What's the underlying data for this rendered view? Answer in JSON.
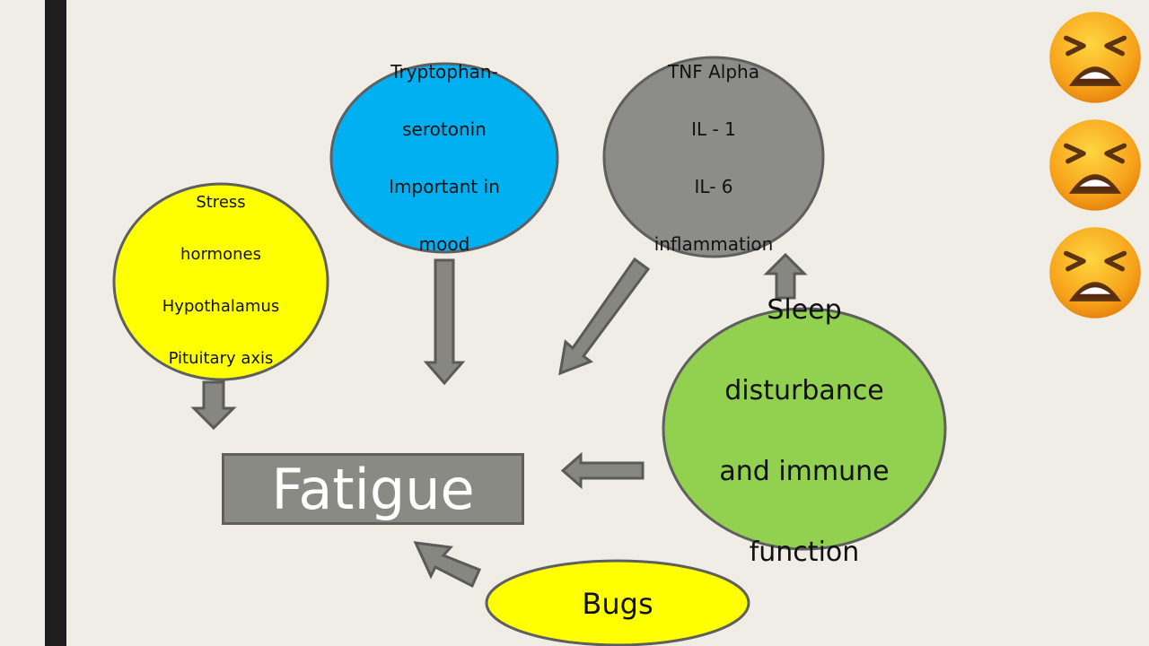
{
  "nodes": {
    "stress": {
      "lines": [
        "Stress",
        "hormones",
        "Hypothalamus",
        "Pituitary axis"
      ],
      "color": "#ffff00"
    },
    "tryptophan": {
      "lines": [
        "Tryptophan-",
        "serotonin",
        "Important in",
        "mood"
      ],
      "color": "#00b0f0"
    },
    "tnf": {
      "lines": [
        "TNF Alpha",
        "IL - 1",
        "IL- 6",
        "inflammation"
      ],
      "color": "#8c8c88"
    },
    "sleep": {
      "lines": [
        "Sleep",
        "disturbance",
        "and immune",
        "function"
      ],
      "color": "#92d050"
    },
    "bugs": {
      "lines": [
        "Bugs"
      ],
      "color": "#ffff00"
    }
  },
  "center": {
    "label": "Fatigue"
  },
  "decor": {
    "emoji": [
      "tired-face-icon",
      "tired-face-icon",
      "tired-face-icon"
    ]
  },
  "colors": {
    "arrow_fill": "#878782",
    "arrow_stroke": "#5a5a5a",
    "node_stroke": "#5f5f5f"
  }
}
